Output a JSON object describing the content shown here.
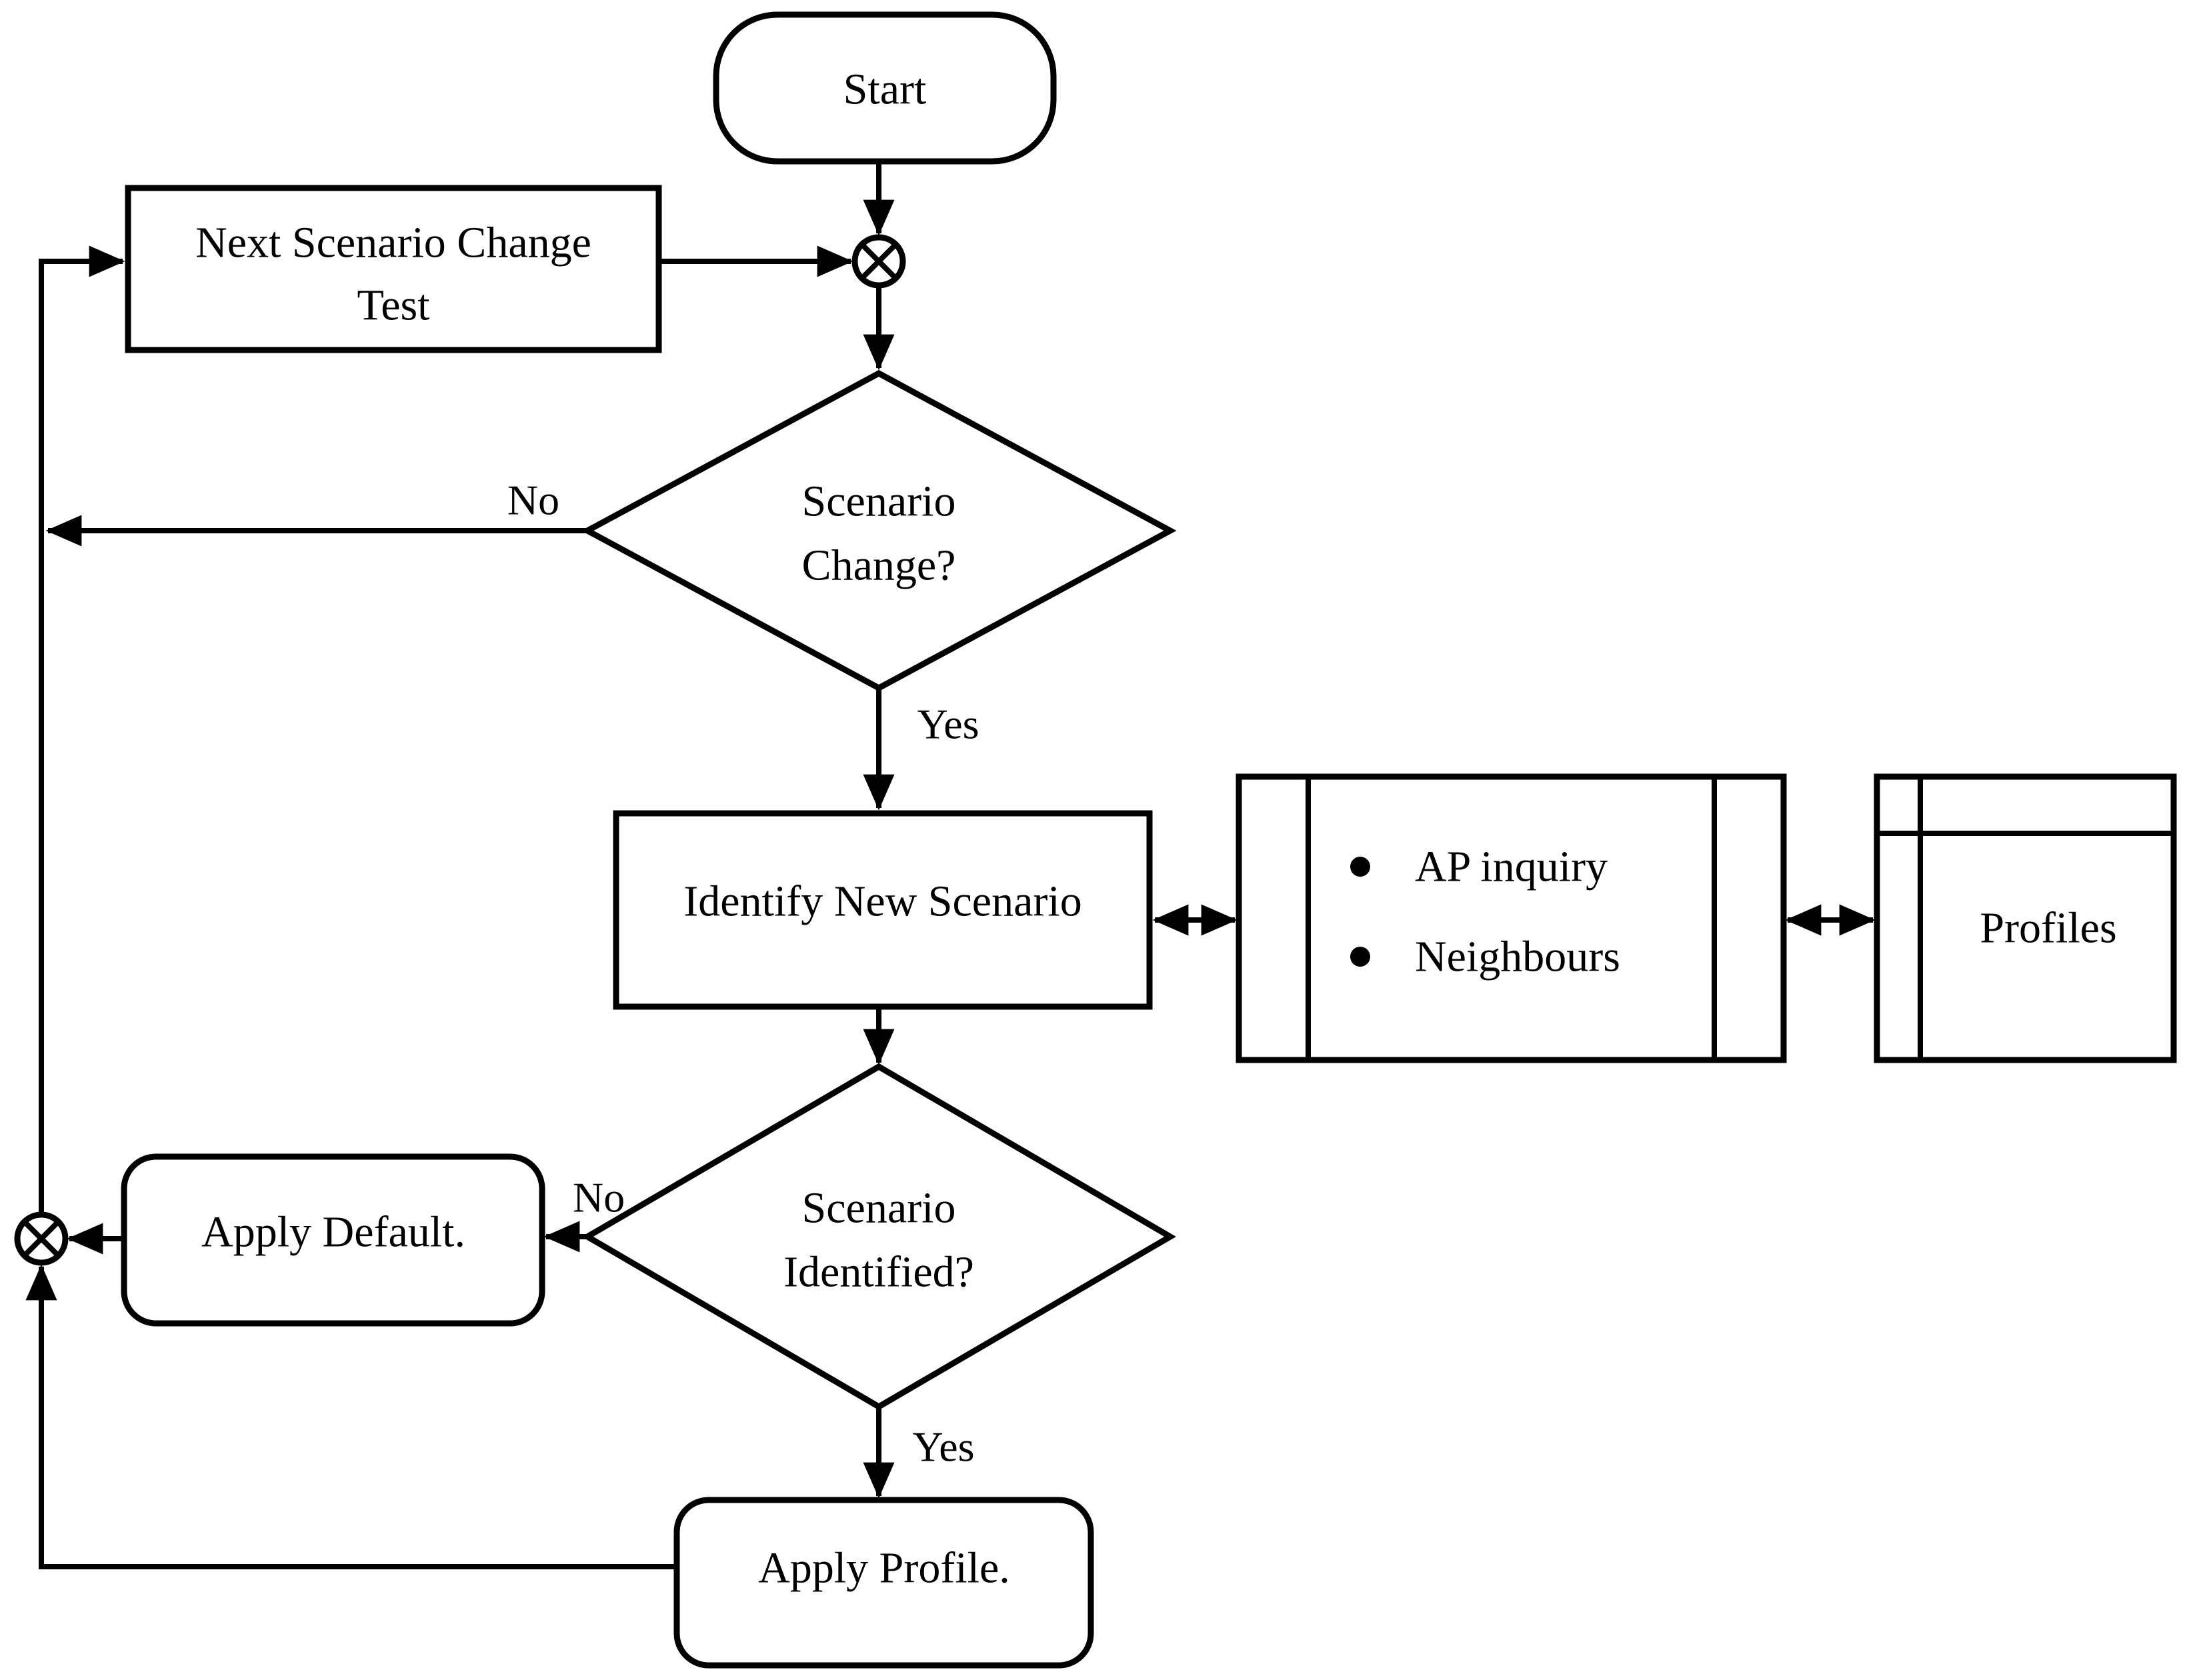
{
  "diagram": {
    "background": "#ffffff",
    "stroke_color": "#000000",
    "nodes": {
      "start": {
        "type": "terminator",
        "label": "Start"
      },
      "next_scenario_change_test": {
        "type": "process",
        "label_line1": "Next Scenario Change",
        "label_line2": "Test"
      },
      "scenario_change": {
        "type": "decision",
        "label_line1": "Scenario",
        "label_line2": "Change?"
      },
      "identify_new_scenario": {
        "type": "process",
        "label": "Identify New Scenario"
      },
      "ap_inquiry": {
        "type": "predefined-process",
        "items": [
          "AP inquiry",
          "Neighbours"
        ]
      },
      "profiles": {
        "type": "internal-storage",
        "label": "Profiles"
      },
      "scenario_identified": {
        "type": "decision",
        "label_line1": "Scenario",
        "label_line2": "Identified?"
      },
      "apply_default": {
        "type": "rounded-process",
        "label": "Apply Default."
      },
      "apply_profile": {
        "type": "rounded-process",
        "label": "Apply Profile."
      }
    },
    "edges": {
      "scenario_change_no": "No",
      "scenario_change_yes": "Yes",
      "scenario_identified_no": "No",
      "scenario_identified_yes": "Yes"
    }
  }
}
